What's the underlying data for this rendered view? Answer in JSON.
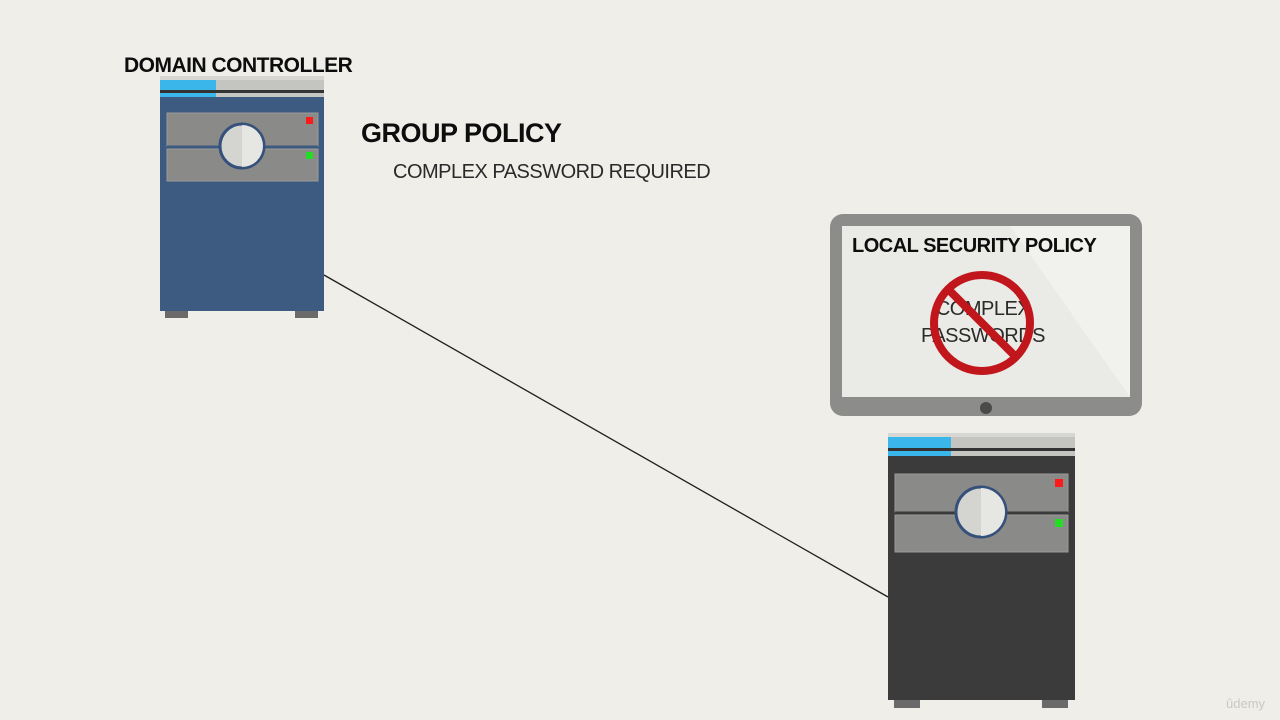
{
  "domain_controller": {
    "label": "DOMAIN CONTROLLER",
    "body_color": "#3d5a80",
    "accent_color": "#3bb6ea",
    "led_colors": [
      "#ff1a1a",
      "#22dd22"
    ]
  },
  "group_policy": {
    "title": "GROUP POLICY",
    "setting": "COMPLEX PASSWORD REQUIRED"
  },
  "client_computer": {
    "body_color": "#3b3b3b",
    "accent_color": "#3bb6ea",
    "led_colors": [
      "#ff1a1a",
      "#22dd22"
    ],
    "monitor": {
      "title": "LOCAL SECURITY POLICY",
      "setting_lines": [
        "COMPLEX",
        "PASSWORDS"
      ],
      "prohibited_icon": "no-symbol-icon",
      "prohibited_color": "#c0161c"
    }
  },
  "connection": {
    "from": "domain-controller",
    "to": "client-computer"
  },
  "watermark": "ûdemy"
}
